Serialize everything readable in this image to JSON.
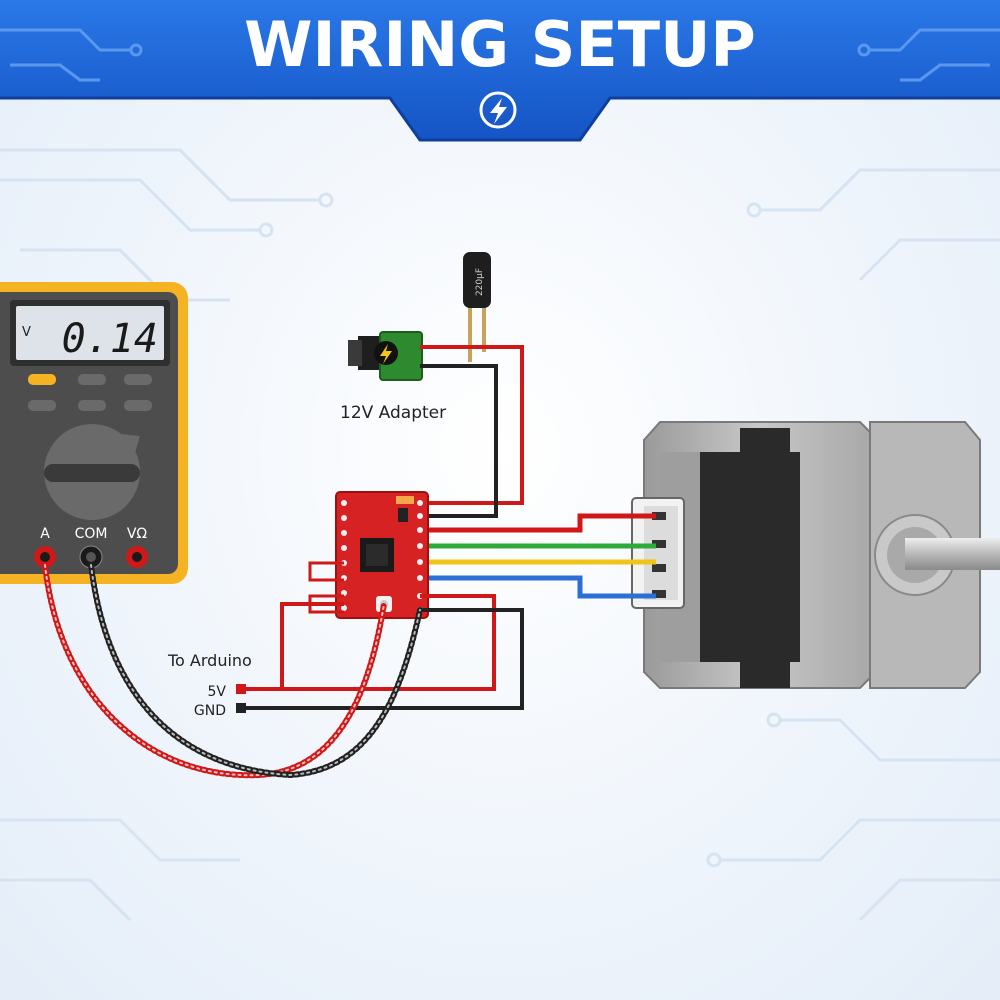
{
  "header": {
    "title": "WIRING SETUP",
    "badge_icon": "lightning-bolt-icon",
    "color": "#1a5fd0"
  },
  "multimeter": {
    "mode_label": "V",
    "reading": "0.14",
    "jack_labels": [
      "A",
      "COM",
      "VΩ"
    ],
    "body_color": "#f5b324"
  },
  "power": {
    "adapter_label": "12V Adapter",
    "capacitor_label": "220µF",
    "adapter_icon": "lightning-bolt-icon"
  },
  "arduino": {
    "label": "To Arduino",
    "pins": [
      "5V",
      "GND"
    ]
  },
  "wires": {
    "red": "#d01818",
    "black": "#222222",
    "green": "#2eaa3a",
    "yellow": "#f0c419",
    "blue": "#2a6fd6"
  }
}
